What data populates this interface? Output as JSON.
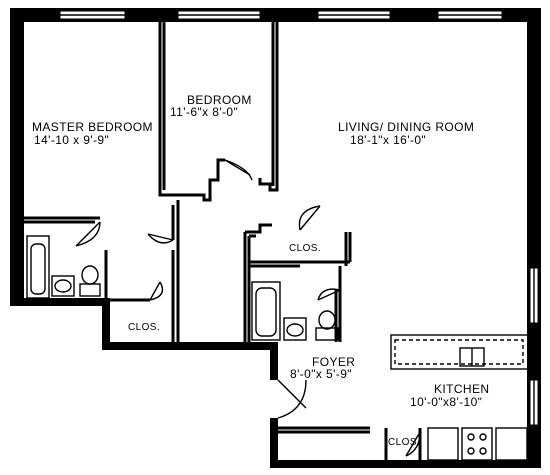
{
  "rooms": {
    "master_bedroom": {
      "name": "MASTER BEDROOM",
      "dims": "14'-10 x 9'-9\""
    },
    "bedroom": {
      "name": "BEDROOM",
      "dims": "11'-6\"x 8'-0\""
    },
    "living_dining": {
      "name": "LIVING/ DINING ROOM",
      "dims": "18'-1\"x 16'-0\""
    },
    "foyer": {
      "name": "FOYER",
      "dims": "8'-0\"x 5'-9\""
    },
    "kitchen": {
      "name": "KITCHEN",
      "dims": "10'-0\"x8'-10\""
    }
  },
  "closets": {
    "center": "CLOS.",
    "lower_left": "CLOS.",
    "kitchen": "CLOS."
  },
  "colors": {
    "ink": "#000000",
    "paper": "#ffffff"
  }
}
